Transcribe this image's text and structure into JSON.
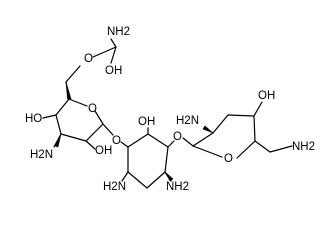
{
  "labels": {
    "nh2_carbamate": "NH2",
    "oh_carbamate": "OH",
    "o_ester": "O",
    "ho_sugar1": "HO",
    "h2n_sugar1": "H2N",
    "o_ring1": "O",
    "oh_sugar1_c2": "OH",
    "o_glyco1": "O",
    "oh_core": "OH",
    "o_glyco2": "O",
    "h2n_core_left": "H2N",
    "nh2_core_right": "NH2",
    "h2n_sugar2": "H2N",
    "oh_sugar2": "OH",
    "o_ring2": "O",
    "nh2_sugar2_chain": "NH2"
  }
}
